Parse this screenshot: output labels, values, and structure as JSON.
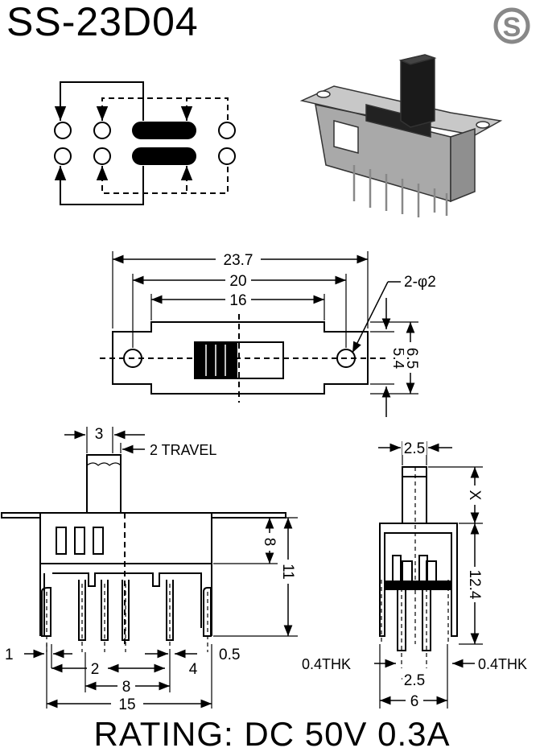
{
  "title": "SS-23D04",
  "logo_letter": "S",
  "rating": "RATING: DC 50V 0.3A",
  "top_view": {
    "overall_width": "23.7",
    "mount_hole_pitch": "20",
    "body_width": "16",
    "hole_label": "2-φ2",
    "inner_height": "5.4",
    "outer_height": "6.5"
  },
  "front_view": {
    "actuator_width": "3",
    "travel_label": "2 TRAVEL",
    "body_height": "8",
    "total_height": "11",
    "pin_thickness": "1",
    "pin_pitch": "2",
    "pin_spacing_4": "4",
    "pin_width": "0.5",
    "pin_span": "8",
    "overall_length": "15"
  },
  "side_view": {
    "actuator_width": "2.5",
    "actuator_height": "X",
    "body_height": "12.4",
    "thk_left": "0.4THK",
    "thk_right": "0.4THK",
    "pin_row_pitch": "2.5",
    "overall_width": "6"
  }
}
